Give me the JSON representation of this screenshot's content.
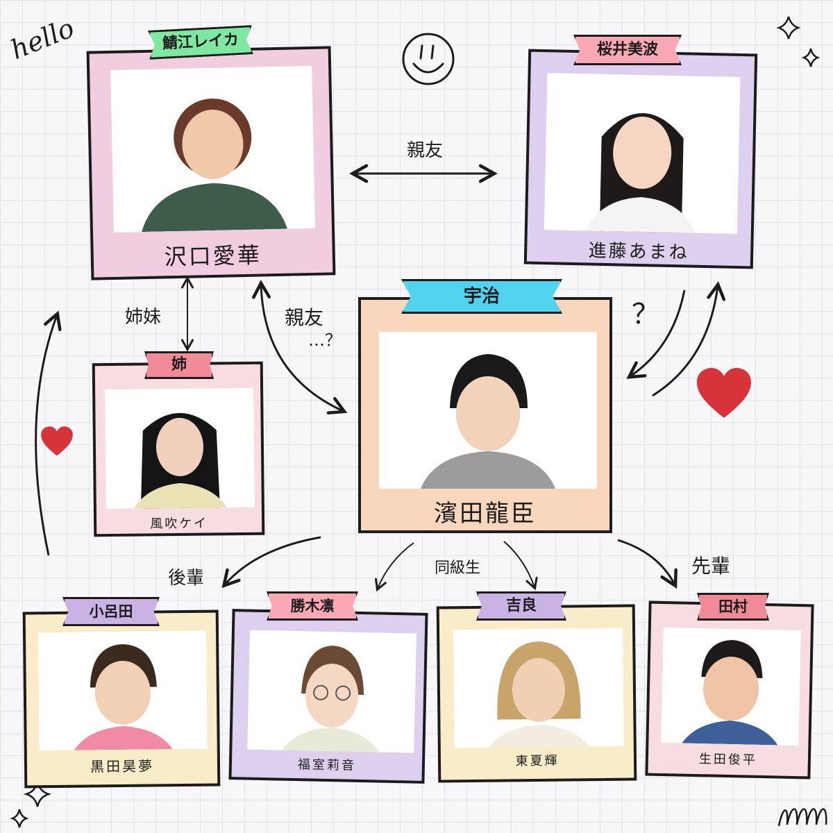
{
  "colors": {
    "pink": "#f1cde0",
    "lavender": "#ddd0ef",
    "peach": "#f8d7bd",
    "cream": "#f9edc9",
    "blush": "#f8dde0",
    "tag_green": "#7ee8a2",
    "tag_pink": "#f9a8b4",
    "tag_cyan": "#4fd3ef",
    "tag_rose": "#f08a96",
    "tag_lavender": "#c9b3e4",
    "heart": "#d7333a"
  },
  "decor": {
    "hello": "hello"
  },
  "cast": {
    "sawaguchi": {
      "role": "鯖江レイカ",
      "actor": "沢口愛華"
    },
    "shindo": {
      "role": "桜井美波",
      "actor": "進藤あまね"
    },
    "hamada": {
      "role": "宇治",
      "actor": "濱田龍臣"
    },
    "kazabuki": {
      "role": "姉",
      "actor": "風吹ケイ"
    },
    "kuroda": {
      "role": "小呂田",
      "actor": "黒田昊夢"
    },
    "fukumuro": {
      "role": "勝木凛",
      "actor": "福室莉音"
    },
    "higashi": {
      "role": "吉良",
      "actor": "東夏輝"
    },
    "ikuta": {
      "role": "田村",
      "actor": "生田俊平"
    }
  },
  "relations": {
    "best_friends": "親友",
    "sisters": "姉妹",
    "best_friends_q": "親友",
    "ellipsis_q": "…？",
    "question": "？",
    "junior": "後輩",
    "classmates": "同級生",
    "senior": "先輩"
  },
  "icons": [
    "hello-doodle",
    "smiley-icon",
    "sparkle-icon",
    "heart-icon",
    "arrow-icon",
    "portrait-icon"
  ]
}
